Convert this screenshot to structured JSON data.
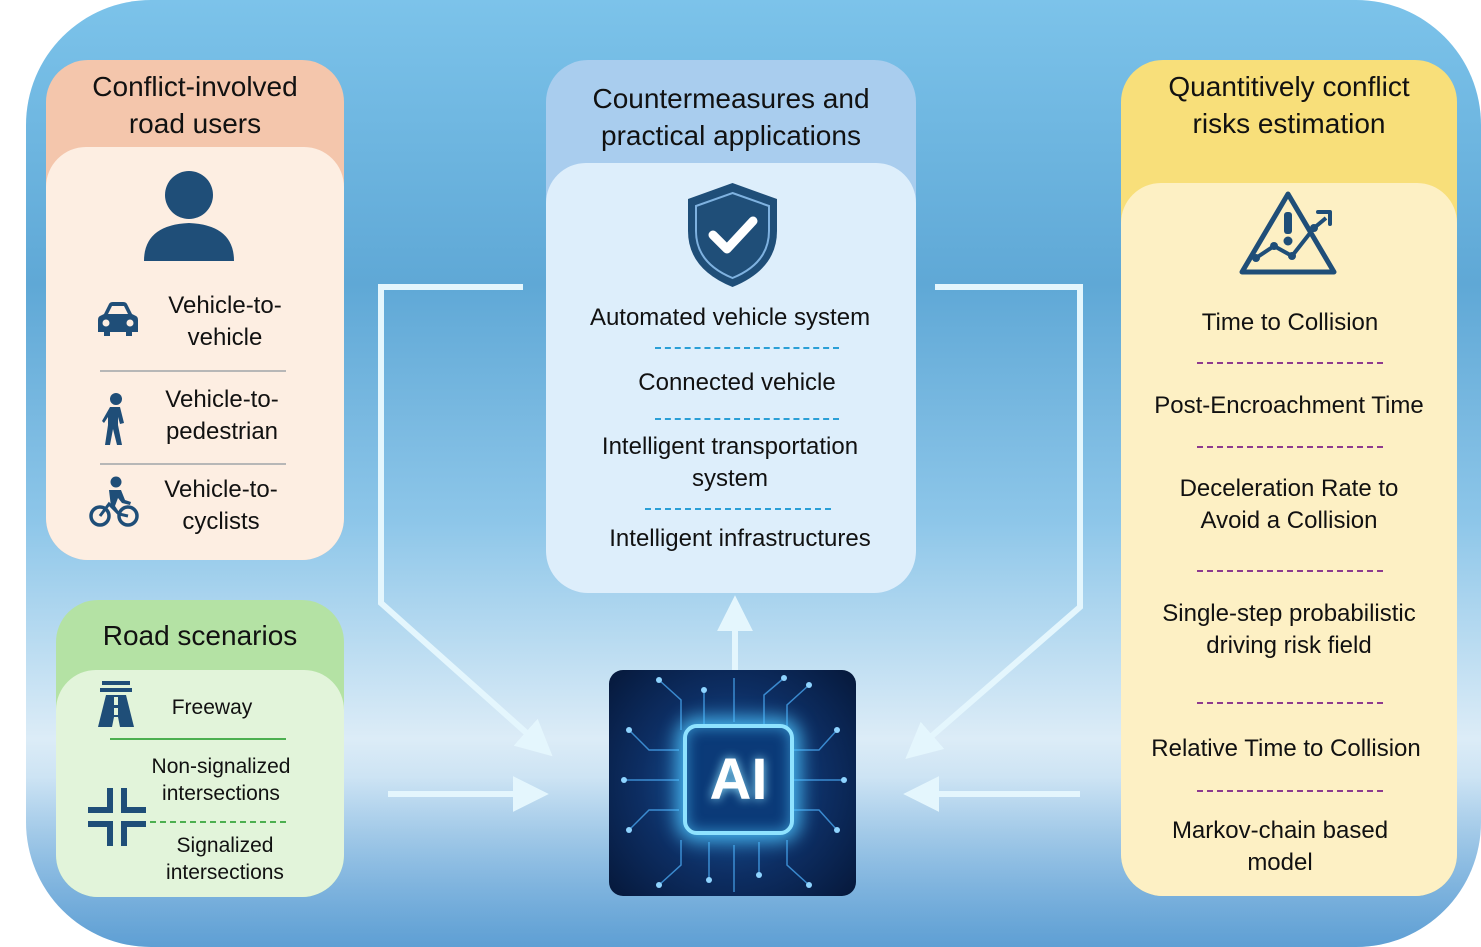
{
  "left_panel": {
    "title": "Conflict-involved road users",
    "items": [
      {
        "label": "Vehicle-to-vehicle",
        "icon": "car-icon"
      },
      {
        "label": "Vehicle-to-pedestrian",
        "icon": "pedestrian-icon"
      },
      {
        "label": "Vehicle-to-cyclists",
        "icon": "cyclist-icon"
      }
    ],
    "head_color": "#f4c6ac",
    "body_color": "#fdeee2"
  },
  "scenario_panel": {
    "title": "Road scenarios",
    "items": [
      {
        "label": "Freeway"
      },
      {
        "label": "Non-signalized intersections"
      },
      {
        "label": "Signalized intersections"
      }
    ],
    "head_color": "#b4e2a4",
    "body_color": "#e2f4da"
  },
  "center_panel": {
    "title": "Countermeasures and practical applications",
    "items": [
      {
        "label": "Automated vehicle system"
      },
      {
        "label": "Connected vehicle"
      },
      {
        "label": "Intelligent transportation system"
      },
      {
        "label": "Intelligent infrastructures"
      }
    ],
    "icon": "shield-check-icon",
    "head_color": "#a9cdee",
    "body_color": "#ddeefb"
  },
  "right_panel": {
    "title": "Quantitively conflict risks estimation",
    "items": [
      {
        "label": "Time to Collision"
      },
      {
        "label": "Post-Encroachment Time"
      },
      {
        "label": "Deceleration Rate to Avoid a Collision"
      },
      {
        "label": "Single-step probabilistic driving risk field"
      },
      {
        "label": "Relative Time to Collision"
      },
      {
        "label": "Markov-chain based model"
      }
    ],
    "icon": "risk-chart-icon",
    "head_color": "#f8df7a",
    "body_color": "#fdf0c4"
  },
  "ai_chip": {
    "label": "AI",
    "icon": "ai-chip-icon"
  }
}
